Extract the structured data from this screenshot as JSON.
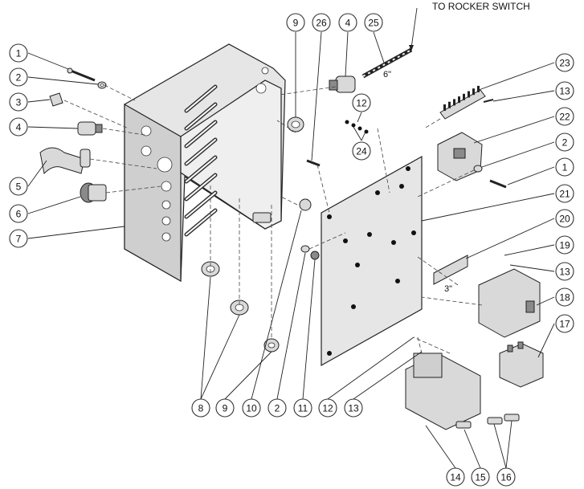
{
  "diagram": {
    "top_label": "TO ROCKER SWITCH",
    "dim_6in": "6\"",
    "dim_3in": "3\"",
    "callouts": [
      "1",
      "2",
      "3",
      "4",
      "5",
      "6",
      "7",
      "9",
      "26",
      "4",
      "25",
      "12",
      "24",
      "23",
      "13",
      "22",
      "2",
      "1",
      "21",
      "20",
      "19",
      "13",
      "18",
      "17",
      "8",
      "9",
      "10",
      "2",
      "11",
      "12",
      "13",
      "14",
      "15",
      "16"
    ],
    "colors": {
      "line": "#222222",
      "fill": "#d9d9d9",
      "dark": "#8a8a8a"
    }
  }
}
